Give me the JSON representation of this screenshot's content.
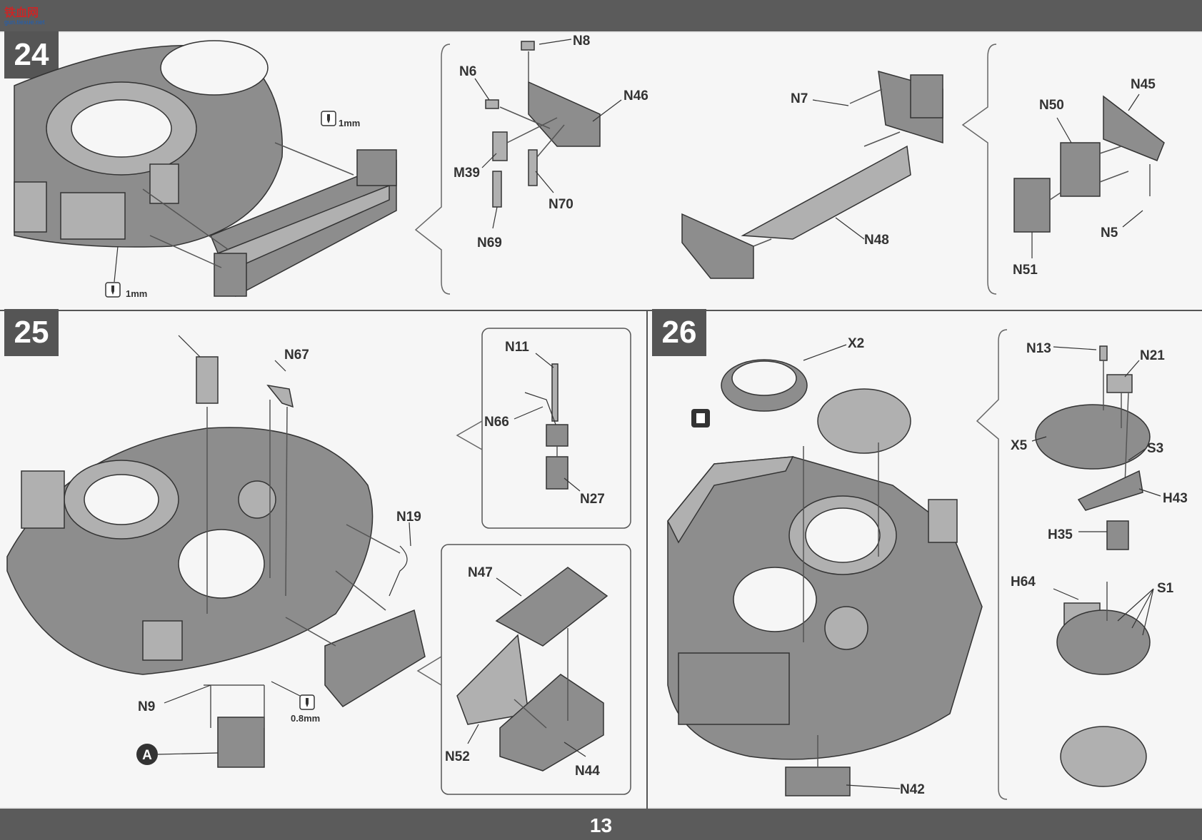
{
  "logo": {
    "name": "铁血网",
    "domain": "gun.tiexue.net"
  },
  "page_number": "13",
  "steps": [
    {
      "number": "24",
      "labels": [
        "N8",
        "N6",
        "N46",
        "M39",
        "N70",
        "N69",
        "N7",
        "N48",
        "N50",
        "N45",
        "N51",
        "N5"
      ],
      "drill": [
        "1mm",
        "1mm"
      ]
    },
    {
      "number": "25",
      "labels": [
        "N67",
        "N19",
        "N9",
        "0.8mm",
        "A",
        "N11",
        "N66",
        "N27",
        "N47",
        "N52",
        "N44"
      ]
    },
    {
      "number": "26",
      "labels": [
        "X2",
        "N42",
        "N13",
        "N21",
        "X5",
        "S3",
        "H43",
        "H35",
        "H64",
        "S1"
      ]
    }
  ],
  "colors": {
    "bar": "#5b5b5b",
    "panel": "#f6f6f6",
    "part": "#8d8d8d",
    "text": "#333333"
  }
}
